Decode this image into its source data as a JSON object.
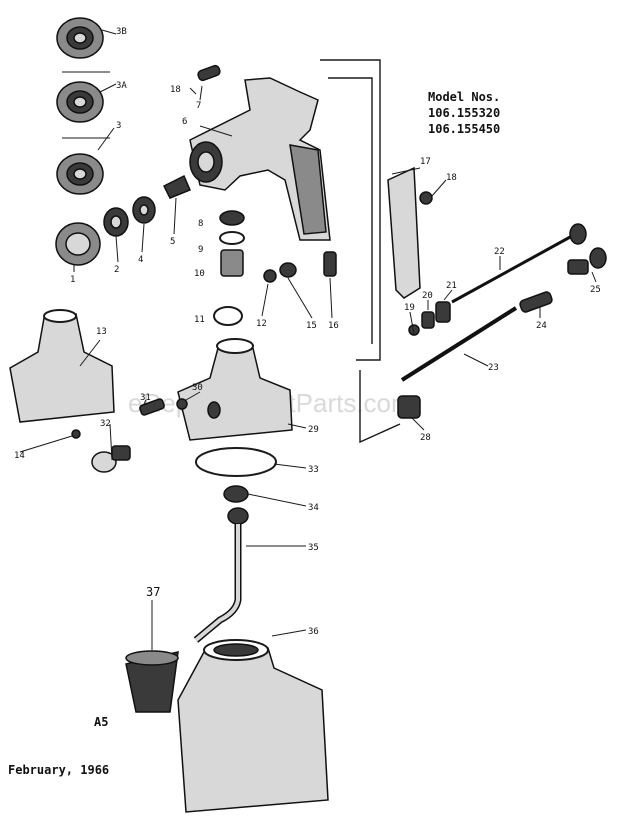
{
  "model_block": {
    "heading": "Model Nos.",
    "numbers": [
      "106.155320",
      "106.155450"
    ]
  },
  "footer": {
    "sheet_code": "A5",
    "date": "February, 1966"
  },
  "watermark": "eReplacementParts.com",
  "callouts": [
    "3B",
    "3A",
    "3",
    "1",
    "2",
    "4",
    "5",
    "6",
    "7",
    "8",
    "9",
    "10",
    "11",
    "12",
    "13",
    "14",
    "15",
    "16",
    "17",
    "18",
    "19",
    "20",
    "21",
    "22",
    "23",
    "24",
    "25",
    "28",
    "29",
    "30",
    "31",
    "32",
    "33",
    "34",
    "35",
    "36",
    "37",
    "18"
  ]
}
